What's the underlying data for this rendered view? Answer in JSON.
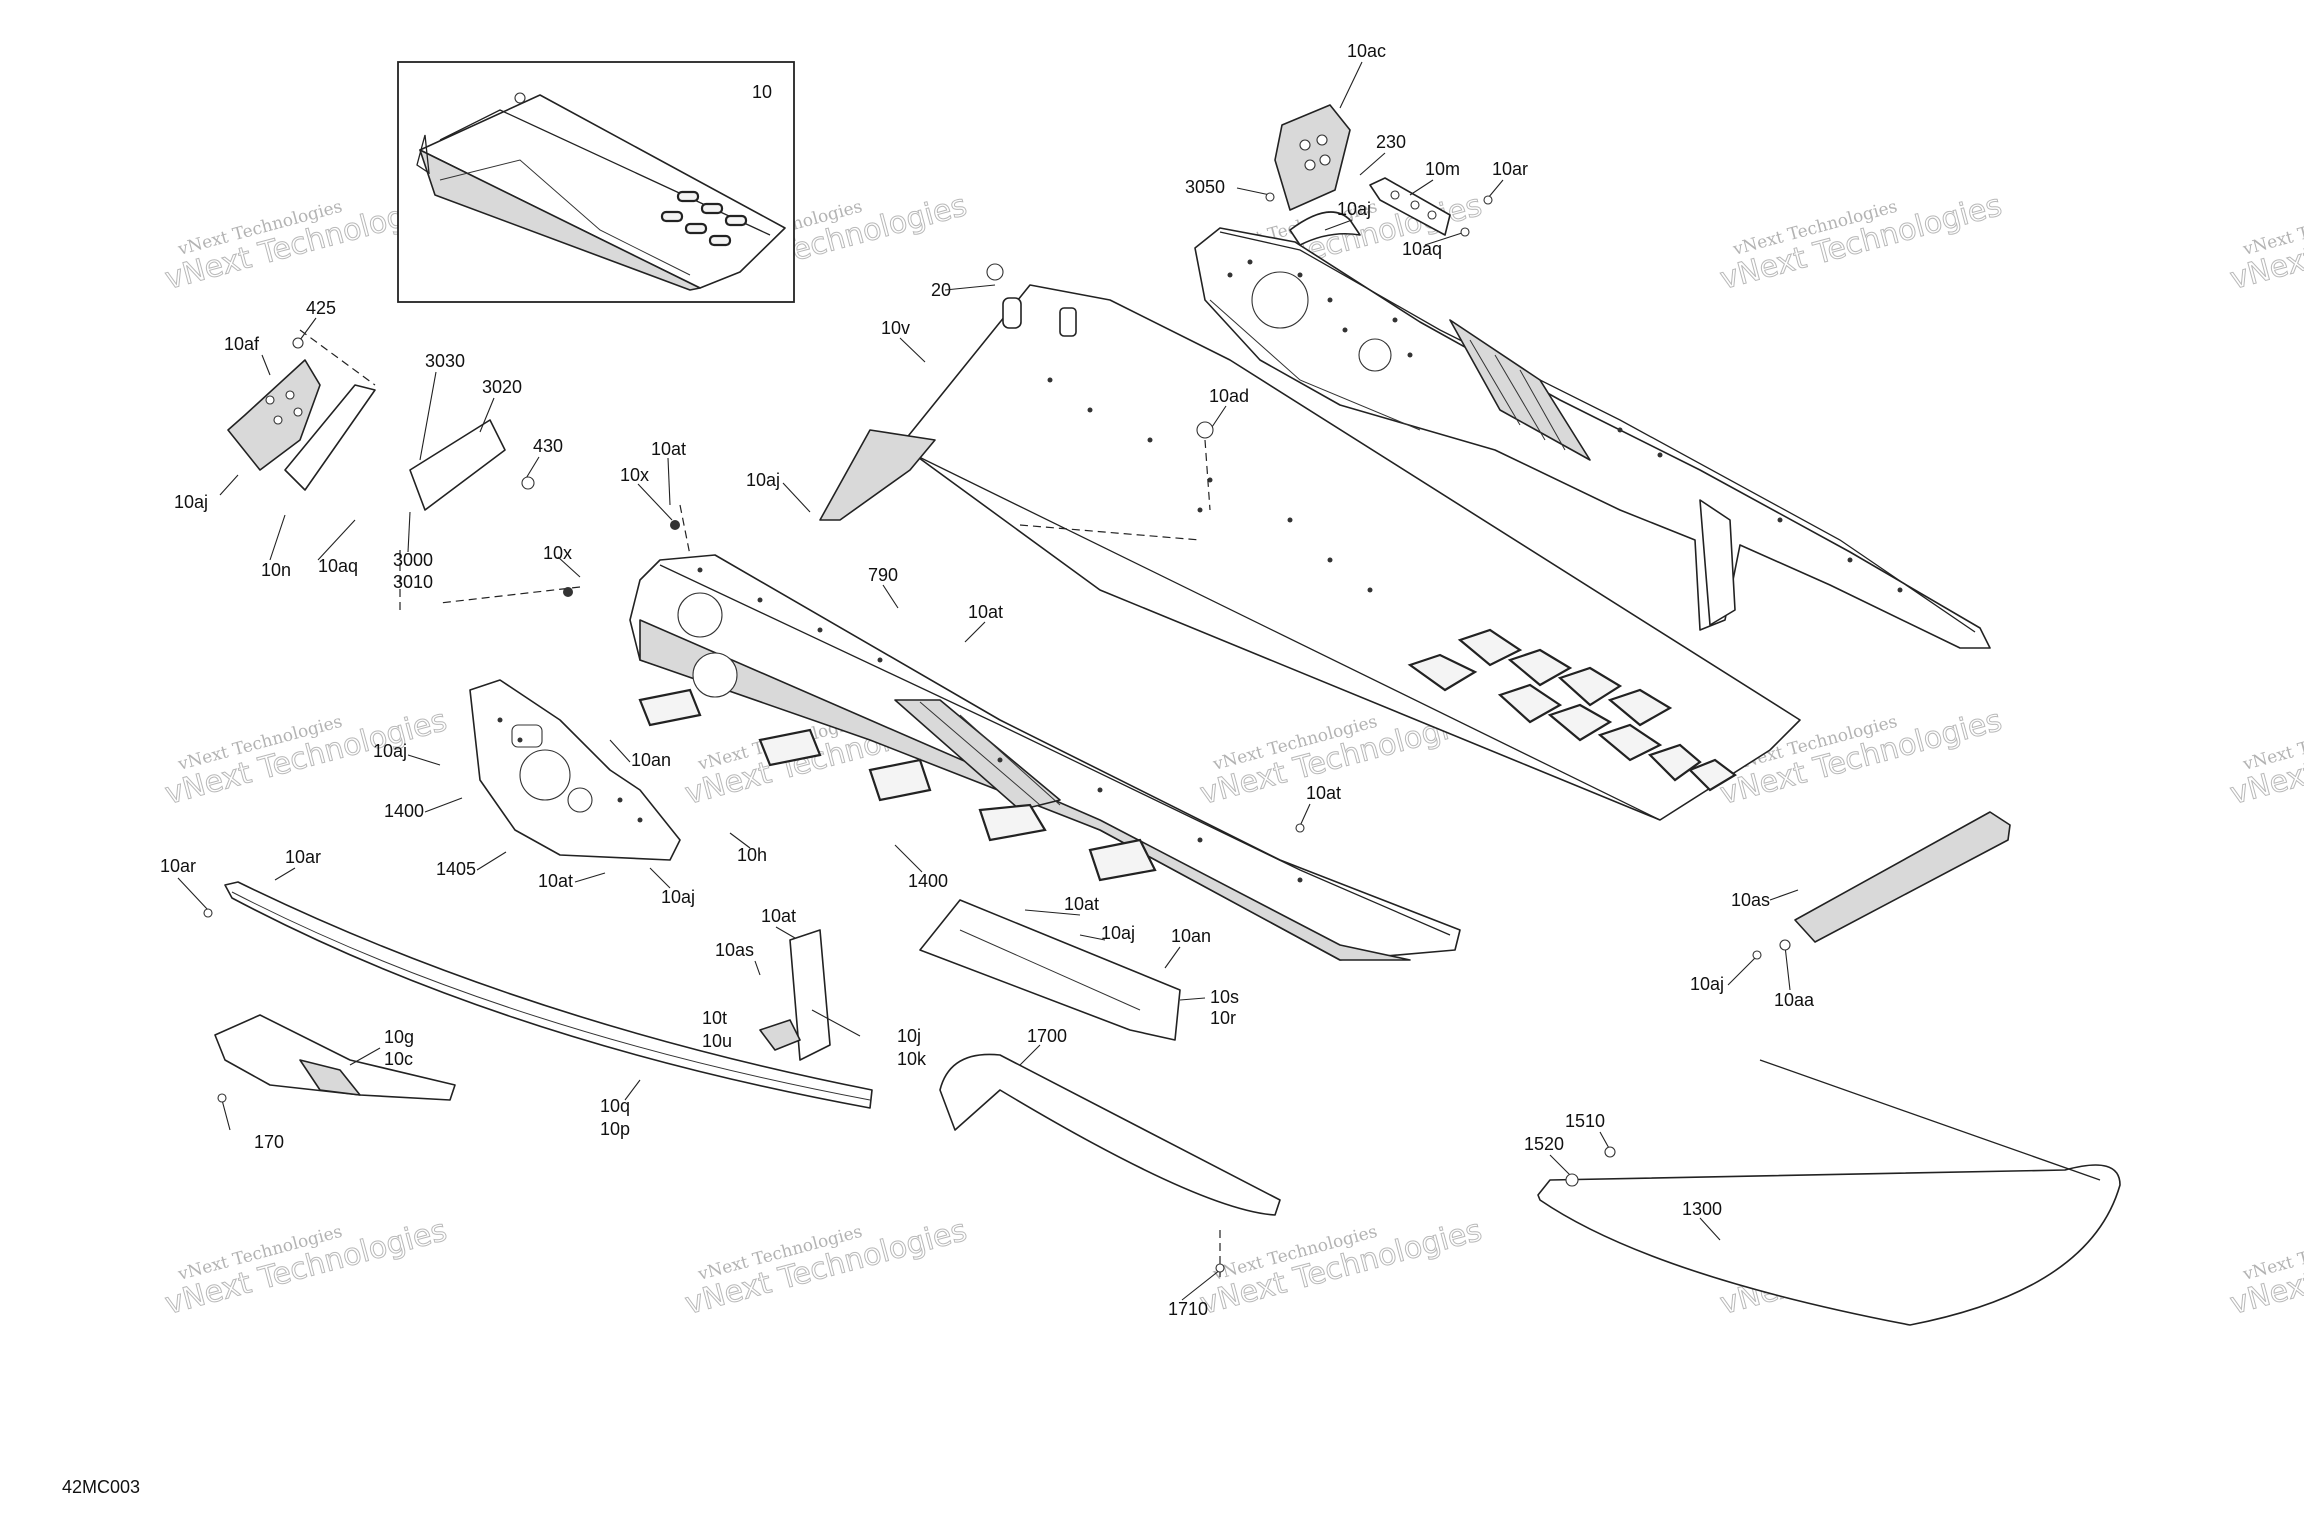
{
  "diagram": {
    "code": "42MC003",
    "watermark": {
      "line1": "vNext Technologies",
      "line2": "vNext Technologies"
    },
    "labels": [
      "10",
      "10ac",
      "230",
      "10m",
      "10ar",
      "3050",
      "10aj",
      "10aq",
      "425",
      "10af",
      "3030",
      "3020",
      "430",
      "10aj",
      "10n",
      "10aq",
      "3000",
      "3010",
      "20",
      "10v",
      "10ad",
      "10aj",
      "10at",
      "10x",
      "10x",
      "790",
      "10at",
      "10aj",
      "10an",
      "1400",
      "1405",
      "10at",
      "10aj",
      "10h",
      "1400",
      "10at",
      "10ar",
      "10ar",
      "10at",
      "10as",
      "10t",
      "10u",
      "10j",
      "10k",
      "10at",
      "10aj",
      "10an",
      "10s",
      "10r",
      "10g",
      "10c",
      "170",
      "10q",
      "10p",
      "1700",
      "1710",
      "10as",
      "10aj",
      "10aa",
      "1510",
      "1520",
      "1300"
    ]
  }
}
